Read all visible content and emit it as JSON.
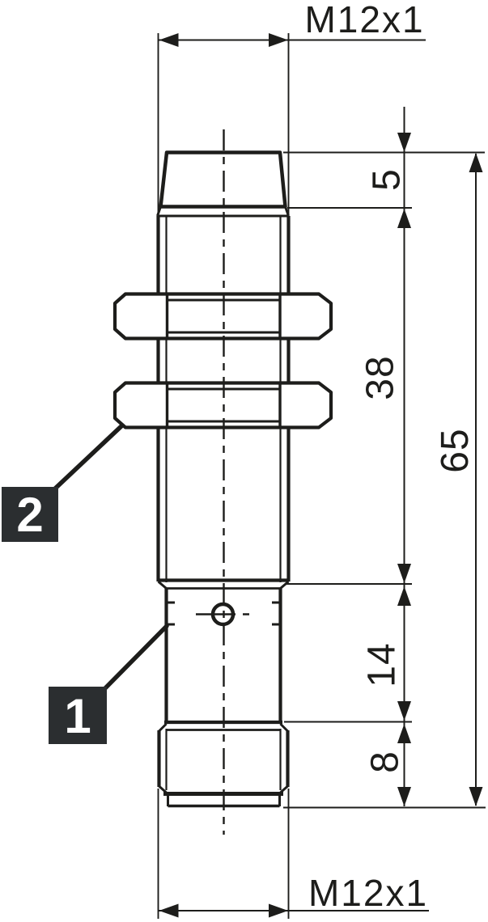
{
  "diagram": {
    "thread_label_top": "M12x1",
    "thread_label_bottom": "M12x1",
    "dimensions": {
      "tip_height": "5",
      "thread_length": "38",
      "overall_length": "65",
      "housing_length": "14",
      "connector_length": "8"
    },
    "callouts": {
      "led_indicator": "1",
      "mounting_nuts": "2"
    },
    "colors": {
      "line": "#1d1d1b",
      "callout_background": "#2b2e30",
      "callout_text": "#ffffff",
      "background": "#ffffff"
    }
  }
}
